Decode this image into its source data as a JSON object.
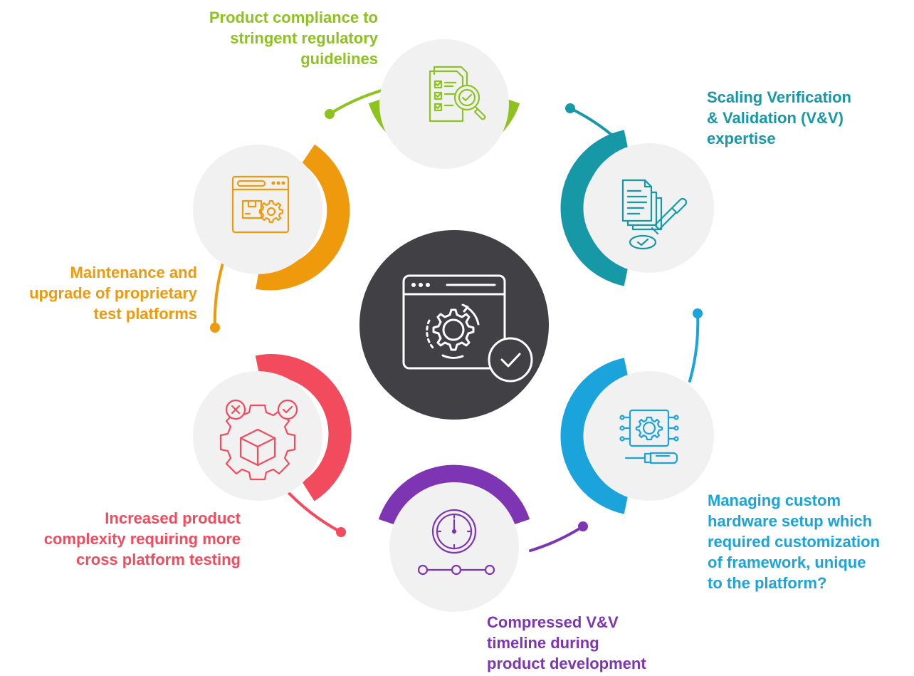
{
  "center": {
    "icon": "browser-gear-check-icon",
    "fill": "#414145"
  },
  "challenges": [
    {
      "id": "compliance",
      "text": "Product compliance to\nstringent regulatory\nguidelines",
      "color": "#8dc21f",
      "icon": "checklist-magnifier-icon"
    },
    {
      "id": "scaling",
      "text": "Scaling Verification\n& Validation (V&V)\nexpertise",
      "color": "#1798a6",
      "icon": "document-stamp-icon"
    },
    {
      "id": "hardware",
      "text": "Managing custom\nhardware setup which\nrequired customization\nof framework, unique\nto the platform?",
      "color": "#1ba3dc",
      "icon": "chip-screwdriver-icon"
    },
    {
      "id": "timeline",
      "text": "Compressed V&V\ntimeline during\nproduct development",
      "color": "#7d35b4",
      "icon": "clock-timeline-icon"
    },
    {
      "id": "complexity",
      "text": "Increased product\ncomplexity requiring more\ncross platform testing",
      "color": "#f24b5e",
      "icon": "gear-cube-icon"
    },
    {
      "id": "maintenance",
      "text": "Maintenance and\nupgrade of proprietary\ntest platforms",
      "color": "#ef9a0d",
      "icon": "browser-box-gear-icon"
    }
  ]
}
